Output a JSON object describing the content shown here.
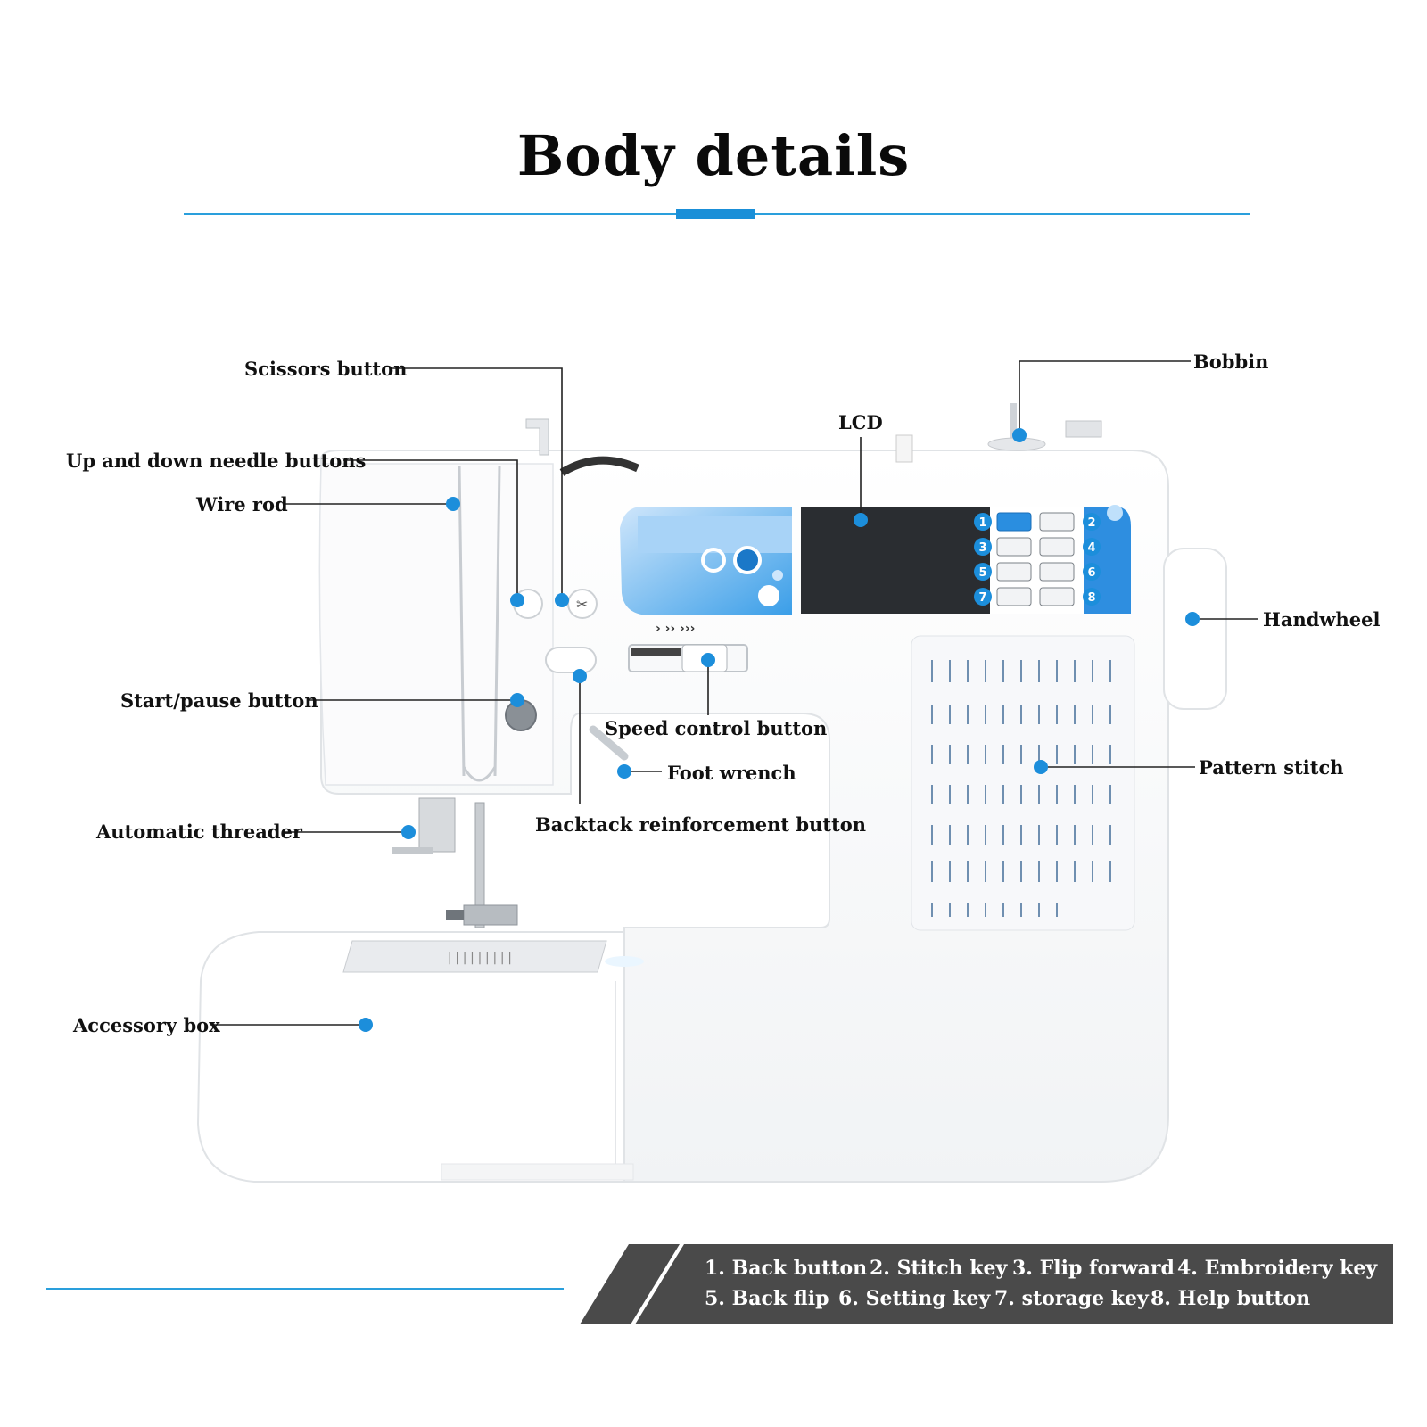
{
  "title": "Body details",
  "callouts": {
    "scissors_button": "Scissors button",
    "needle_buttons": "Up and down needle buttons",
    "wire_rod": "Wire rod",
    "start_pause": "Start/pause button",
    "auto_threader": "Automatic threader",
    "accessory_box": "Accessory box",
    "lcd": "LCD",
    "bobbin": "Bobbin",
    "handwheel": "Handwheel",
    "pattern_stitch": "Pattern stitch",
    "speed_control": "Speed control button",
    "foot_wrench": "Foot wrench",
    "backtack": "Backtack reinforcement button"
  },
  "panel_numbers": [
    "1",
    "2",
    "3",
    "4",
    "5",
    "6",
    "7",
    "8"
  ],
  "speed_marks": "› ›› ›››",
  "legend": {
    "row1": [
      "1. Back button",
      "2. Stitch key",
      "3. Flip forward",
      "4. Embroidery key"
    ],
    "row2": [
      "5. Back flip",
      "6. Setting key",
      "7. storage key",
      "8. Help button"
    ]
  },
  "colors": {
    "accent": "#1c8edb",
    "legend_bg": "#4a4a4a"
  }
}
